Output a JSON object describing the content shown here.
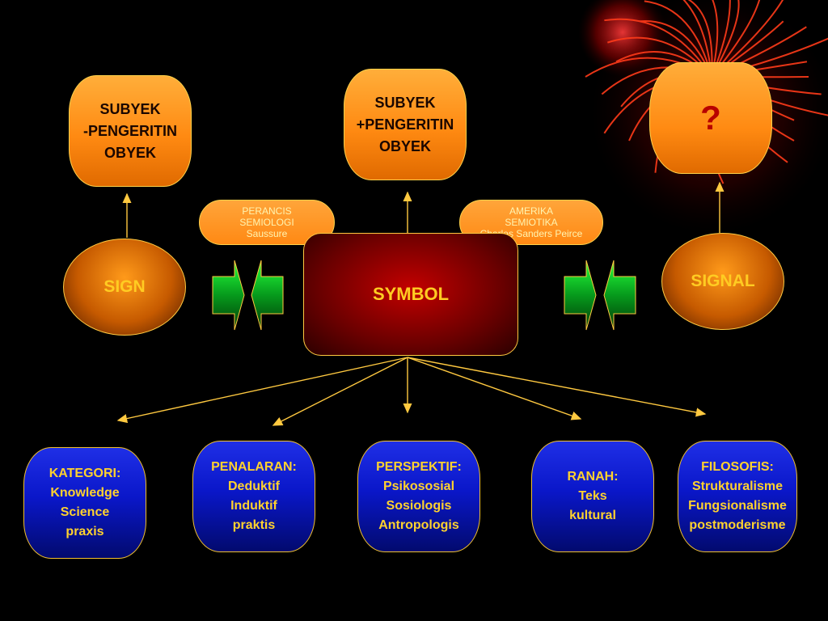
{
  "top_boxes": {
    "left": [
      "SUBYEK",
      "-PENGERITIN",
      "OBYEK"
    ],
    "center": [
      "SUBYEK",
      "+PENGERITIN",
      "OBYEK"
    ],
    "right": [
      "?"
    ]
  },
  "pills": {
    "left": [
      "PERANCIS",
      "SEMIOLOGI",
      "Saussure"
    ],
    "right": [
      "AMERIKA",
      "SEMIOTIKA",
      "Charles Sanders Peirce"
    ]
  },
  "middle": {
    "sign": "SIGN",
    "symbol": "SYMBOL",
    "signal": "SIGNAL"
  },
  "bottom_boxes": [
    [
      "KATEGORI:",
      "Knowledge",
      "Science",
      "praxis"
    ],
    [
      "PENALARAN:",
      "Deduktif",
      "Induktif",
      "praktis"
    ],
    [
      "PERSPEKTIF:",
      "Psikososial",
      "Sosiologis",
      "Antropologis"
    ],
    [
      "RANAH:",
      "Teks",
      "kultural"
    ],
    [
      "FILOSOFIS:",
      "Strukturalisme",
      "Fungsionalisme",
      "postmoderisme"
    ]
  ],
  "colors": {
    "background": "#000000",
    "connector": "#ffc940",
    "orange": "#ff8a12",
    "blue": "#0a17c9",
    "symbol_red": "#8a0000",
    "arrow_green": "#06a826"
  },
  "icons": [
    "firework-burst-decoration",
    "green-double-arrow"
  ]
}
